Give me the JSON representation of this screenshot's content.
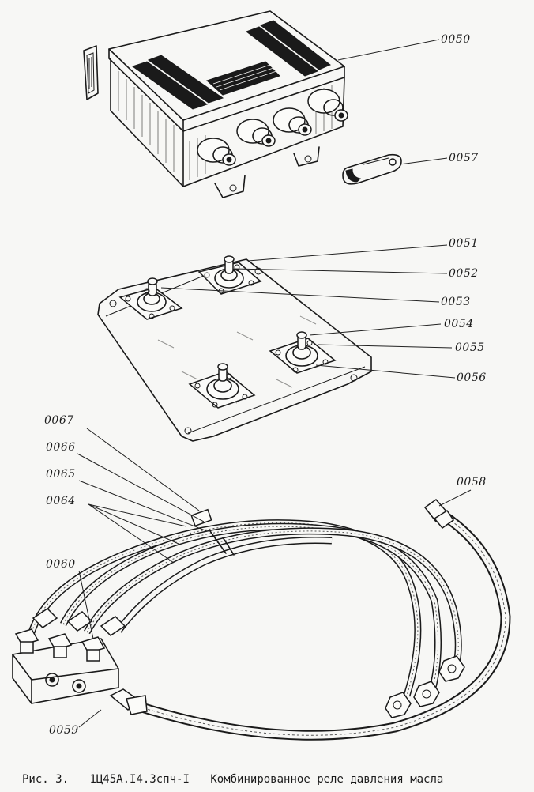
{
  "callouts": {
    "c0050": "0050",
    "c0057": "0057",
    "c0051": "0051",
    "c0052": "0052",
    "c0053": "0053",
    "c0054": "0054",
    "c0055": "0055",
    "c0056": "0056",
    "c0067": "0067",
    "c0066": "0066",
    "c0065": "0065",
    "c0064": "0064",
    "c0058": "0058",
    "c0060": "0060",
    "c0059": "0059"
  },
  "caption": {
    "figure": "Рис. 3.",
    "code": "1Ц45А.I4.3спч-I",
    "title": "Комбинированное реле давления масла"
  }
}
